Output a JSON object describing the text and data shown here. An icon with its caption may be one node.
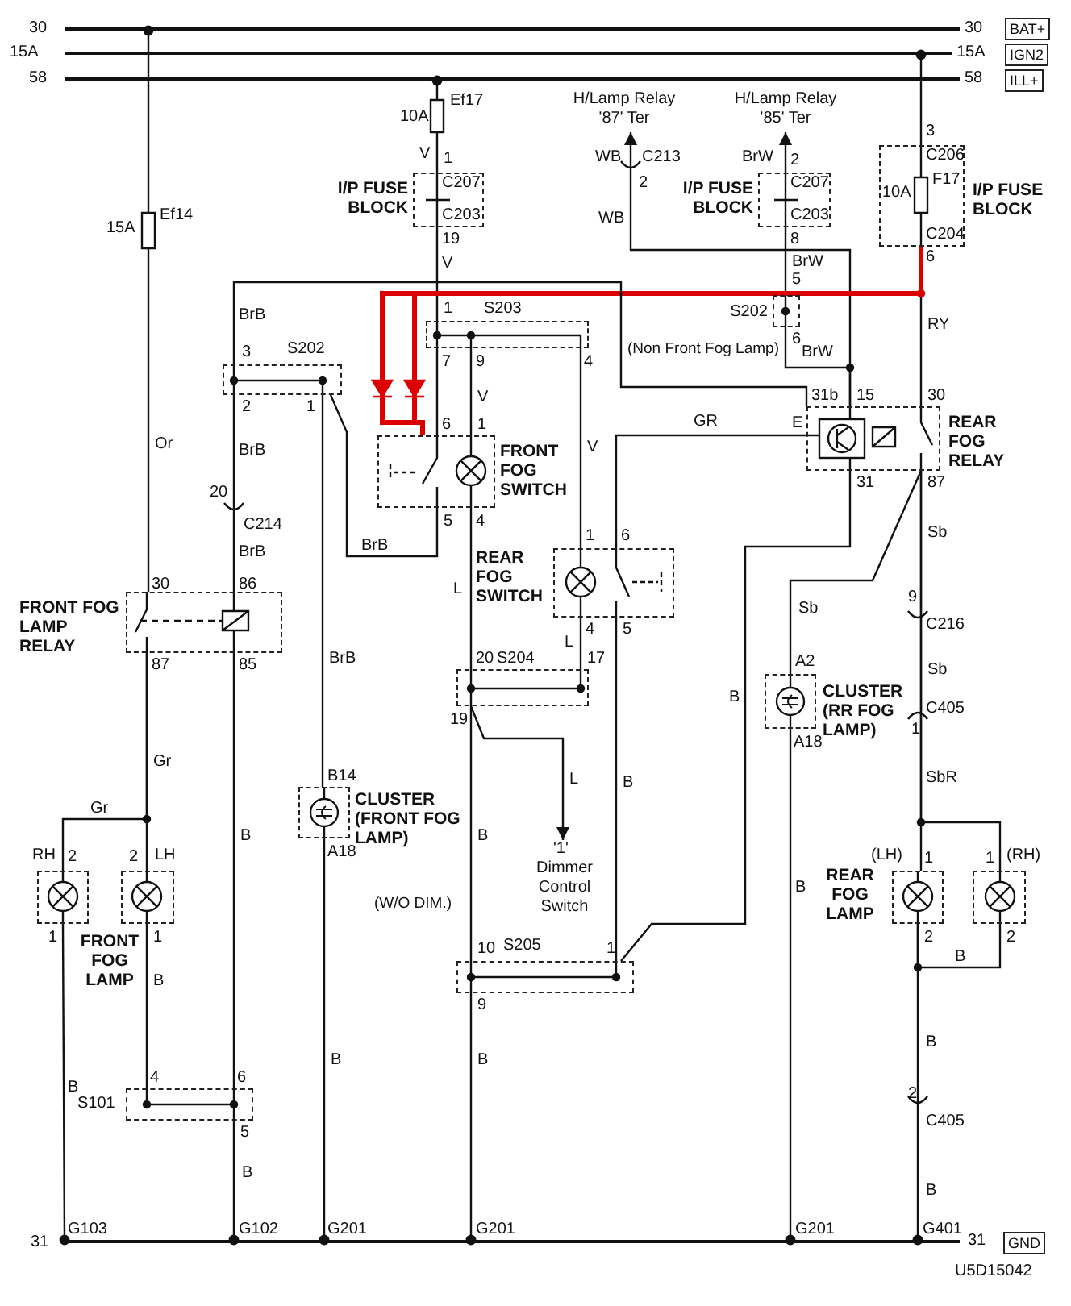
{
  "diagram": {
    "nodes": [
      {
        "text": [],
        "shape": "bar"
      },
      {
        "text": [],
        "shape": "bar"
      },
      {
        "text": [],
        "shape": "bar"
      },
      {
        "text": [
          "H/Lamp Relay '87' Ter"
        ]
      },
      {
        "text": [
          "H/Lamp Relay '85' Ter"
        ]
      },
      {
        "text": [
          "I/P FUSE BLOCK"
        ]
      },
      {
        "text": [
          "I/P FUSE BLOCK"
        ]
      },
      {
        "text": [
          "I/P FUSE BLOCK"
        ]
      },
      {
        "text": [
          "S202"
        ]
      },
      {
        "text": [
          "S203"
        ]
      },
      {
        "text": [
          "S202"
        ]
      },
      {
        "text": [
          "REAR FOG RELAY"
        ]
      },
      {
        "text": [
          "FRONT FOG SWITCH"
        ]
      },
      {
        "text": [
          "REAR FOG SWITCH"
        ]
      },
      {
        "text": [
          "FRONT FOG LAMP RELAY"
        ]
      },
      {
        "text": [
          "S204"
        ]
      },
      {
        "text": [
          "CLUSTER (RR FOG LAMP)"
        ]
      },
      {
        "text": [
          "CLUSTER (FRONT FOG LAMP)"
        ]
      },
      {
        "text": [
          "Dimmer Control Switch"
        ],
        "beside": [
          "'1'"
        ]
      },
      {
        "text": [
          "RH"
        ]
      },
      {
        "text": [
          "LH"
        ]
      },
      {
        "text": [
          "(LH)"
        ]
      },
      {
        "text": [
          "(RH)"
        ]
      },
      {
        "text": [
          "S205"
        ]
      },
      {
        "text": [
          "S101"
        ]
      },
      {
        "text": [],
        "shape": "bar"
      }
    ],
    "edges": [
      {
        "from": 11,
        "to": 3,
        "arrow": "to"
      },
      {
        "from": 7,
        "to": 4,
        "arrow": "to"
      },
      {
        "from": 7,
        "to": 8,
        "arrow": "none"
      },
      {
        "from": 8,
        "to": 11,
        "arrow": "none"
      },
      {
        "from": 6,
        "to": 9,
        "arrow": "none"
      },
      {
        "from": 9,
        "to": 12,
        "arrow": "none"
      },
      {
        "from": 9,
        "to": 12,
        "arrow": "none"
      },
      {
        "from": 9,
        "to": 13,
        "arrow": "none"
      },
      {
        "from": 5,
        "to": 11,
        "arrow": "none"
      },
      {
        "from": 5,
        "to": 12,
        "arrow": "none",
        "style": "thick",
        "color": "#dd0000"
      },
      {
        "from": 10,
        "to": 11,
        "arrow": "none"
      },
      {
        "from": 12,
        "to": 10,
        "arrow": "none"
      },
      {
        "from": 10,
        "to": 14,
        "arrow": "none"
      },
      {
        "from": 10,
        "to": 17,
        "arrow": "none"
      },
      {
        "from": 11,
        "to": 13,
        "arrow": "none"
      },
      {
        "from": 12,
        "to": 15,
        "arrow": "none"
      },
      {
        "from": 15,
        "to": 18,
        "arrow": "to"
      },
      {
        "from": 15,
        "to": 23,
        "arrow": "none"
      },
      {
        "from": 13,
        "to": 23,
        "arrow": "none"
      },
      {
        "from": 11,
        "to": 23,
        "arrow": "none"
      },
      {
        "from": 11,
        "to": 16,
        "arrow": "none"
      },
      {
        "from": 11,
        "to": 21,
        "arrow": "none"
      },
      {
        "from": 11,
        "to": 22,
        "arrow": "none"
      },
      {
        "from": 14,
        "to": 19,
        "arrow": "none"
      },
      {
        "from": 14,
        "to": 20,
        "arrow": "none"
      },
      {
        "from": 14,
        "to": 24,
        "arrow": "none"
      },
      {
        "from": 20,
        "to": 24,
        "arrow": "none"
      },
      {
        "from": 21,
        "to": 22,
        "arrow": "none"
      },
      {
        "from": 13,
        "to": 15,
        "arrow": "none"
      },
      {
        "from": 14,
        "to": 0,
        "arrow": "other"
      },
      {
        "from": 6,
        "to": 2,
        "arrow": "other"
      },
      {
        "from": 5,
        "to": 1,
        "arrow": "other"
      },
      {
        "from": 19,
        "to": 25,
        "arrow": "other"
      },
      {
        "from": 24,
        "to": 25,
        "arrow": "other"
      },
      {
        "from": 17,
        "to": 25,
        "arrow": "other"
      },
      {
        "from": 23,
        "to": 25,
        "arrow": "other"
      },
      {
        "from": 16,
        "to": 25,
        "arrow": "other"
      },
      {
        "from": 21,
        "to": 25,
        "arrow": "other"
      }
    ],
    "labels": [
      "30",
      "30",
      "BAT+",
      "15A",
      "15A",
      "IGN2",
      "58",
      "58",
      "ILL+",
      "Ef17",
      "10A",
      "3",
      "V",
      "1",
      "WB",
      "C213",
      "BrW",
      "2",
      "C206",
      "C207",
      "2",
      "C207",
      "F17",
      "10A",
      "Ef14",
      "15A",
      "C203",
      "WB",
      "C203",
      "C204",
      "19",
      "8",
      "6",
      "V",
      "BrW",
      "5",
      "1",
      "BrB",
      "RY",
      "6",
      "3",
      "(Non Front Fog Lamp)",
      "BrW",
      "7",
      "9",
      "4",
      "V",
      "31b",
      "15",
      "30",
      "2",
      "1",
      "6",
      "1",
      "GR",
      "E",
      "Or",
      "BrB",
      "V",
      "31",
      "87",
      "20",
      "C214",
      "5",
      "4",
      "1",
      "6",
      "Sb",
      "BrB",
      "BrB",
      "30",
      "86",
      "L",
      "9",
      "Sb",
      "4",
      "5",
      "C216",
      "L",
      "87",
      "85",
      "BrB",
      "20",
      "17",
      "A2",
      "Sb",
      "B",
      "C405",
      "19",
      "1",
      "A18",
      "Gr",
      "B14",
      "L",
      "B",
      "SbR",
      "Gr",
      "B",
      "B",
      "A18",
      "B",
      "2",
      "2",
      "1",
      "1",
      "REAR FOG LAMP",
      "(W/O DIM.)",
      "FRONT FOG LAMP",
      "1",
      "1",
      "2",
      "2",
      "10",
      "1",
      "B",
      "B",
      "9",
      "B",
      "B",
      "B",
      "4",
      "6",
      "B",
      "2",
      "C405",
      "5",
      "B",
      "B",
      "31",
      "G103",
      "G102",
      "G201",
      "G201",
      "G201",
      "G401",
      "31",
      "GND",
      "U5D15042"
    ]
  }
}
